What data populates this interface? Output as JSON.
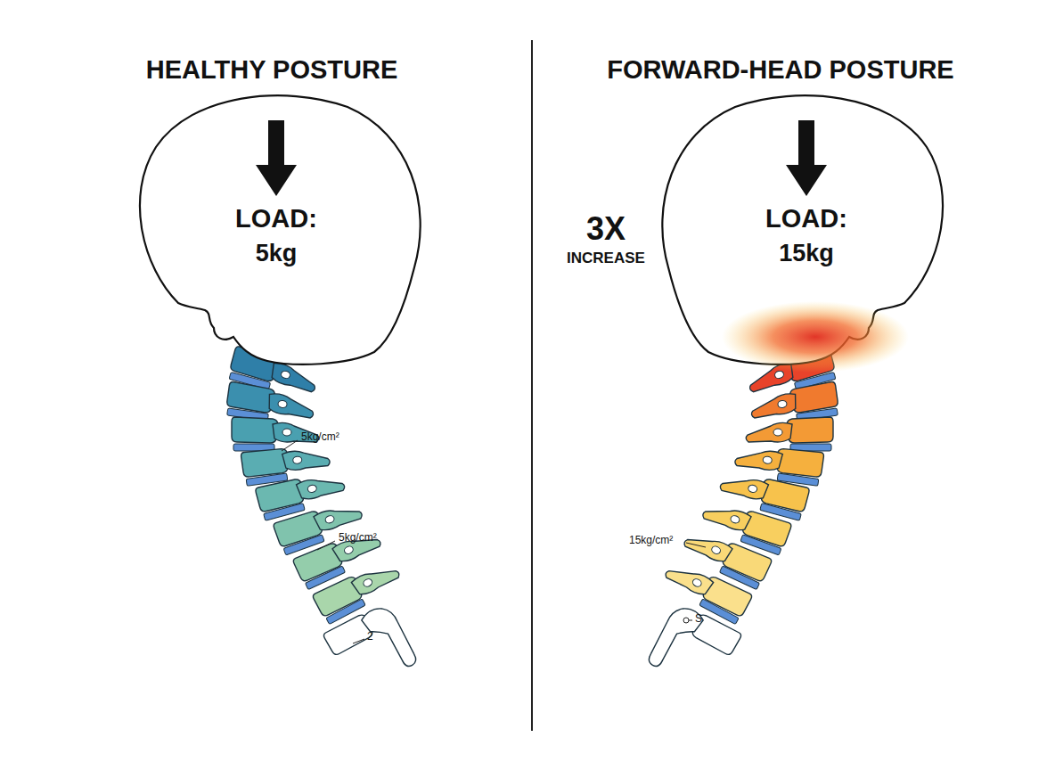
{
  "diagram": {
    "nodes": [
      {
        "text": [
          "LOAD:",
          "5kg"
        ]
      },
      {
        "text": [
          "LOAD:",
          "15kg"
        ]
      }
    ],
    "labels": [
      "HEALTHY POSTURE",
      "FORWARD-HEAD POSTURE",
      "3X",
      "INCREASE",
      "5kg/cm²",
      "5kg/cm²",
      "2",
      "15kg/cm²",
      "S"
    ]
  }
}
